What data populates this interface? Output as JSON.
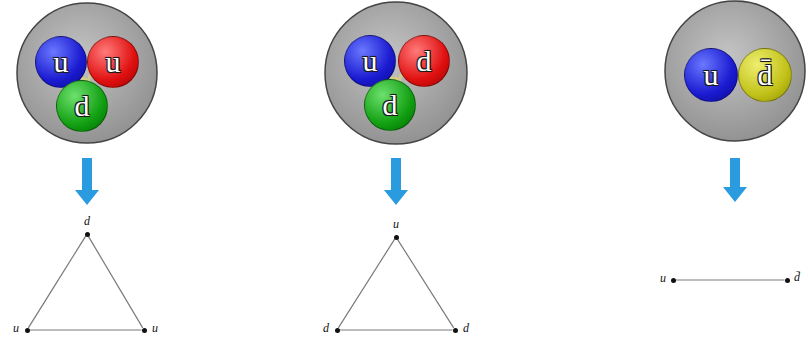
{
  "diagram": {
    "nodes": [
      {
        "text": [
          "u"
        ]
      },
      {
        "text": [
          "u"
        ]
      },
      {
        "text": [
          "d"
        ]
      },
      {
        "text": [
          "u"
        ]
      },
      {
        "text": [
          "d"
        ]
      },
      {
        "text": [
          "d"
        ]
      },
      {
        "text": [
          "u"
        ]
      },
      {
        "text": [
          "d̄"
        ]
      },
      {
        "text": [
          "d"
        ]
      },
      {
        "text": [
          "u"
        ]
      },
      {
        "text": [
          "u"
        ]
      },
      {
        "text": [
          "u"
        ]
      },
      {
        "text": [
          "d"
        ]
      },
      {
        "text": [
          "d"
        ]
      },
      {
        "text": [
          "u"
        ]
      },
      {
        "text": [
          "d̄"
        ]
      }
    ],
    "edges": [
      {
        "from": 0,
        "to": 1,
        "arrow": "none"
      },
      {
        "from": 0,
        "to": 2,
        "arrow": "none"
      },
      {
        "from": 1,
        "to": 2,
        "arrow": "none"
      },
      {
        "from": 3,
        "to": 4,
        "arrow": "none"
      },
      {
        "from": 3,
        "to": 5,
        "arrow": "none"
      },
      {
        "from": 4,
        "to": 5,
        "arrow": "none"
      },
      {
        "from": 6,
        "to": 7,
        "arrow": "none"
      },
      {
        "from": 8,
        "to": 9,
        "arrow": "none"
      },
      {
        "from": 8,
        "to": 10,
        "arrow": "none"
      },
      {
        "from": 9,
        "to": 10,
        "arrow": "none"
      },
      {
        "from": 11,
        "to": 12,
        "arrow": "none"
      },
      {
        "from": 11,
        "to": 13,
        "arrow": "none"
      },
      {
        "from": 12,
        "to": 13,
        "arrow": "none"
      },
      {
        "from": 14,
        "to": 15,
        "arrow": "none"
      }
    ]
  }
}
